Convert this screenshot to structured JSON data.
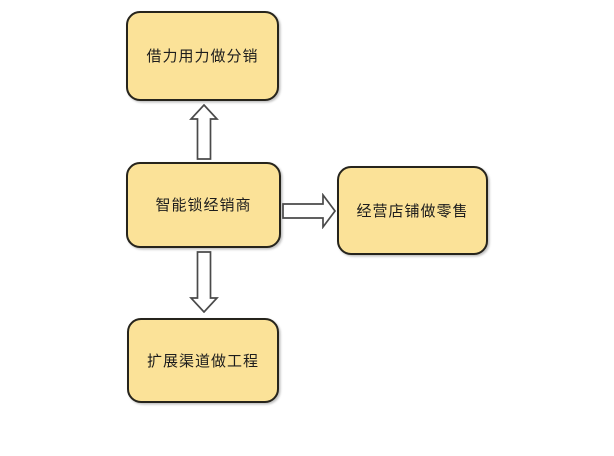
{
  "diagram": {
    "colors": {
      "background": "#ffffff",
      "node_fill": "#fbe298",
      "node_border": "#26241c",
      "arrow_fill": "#ffffff",
      "arrow_stroke": "#4a4a4a",
      "text_color": "#1d1d1d"
    },
    "nodes": {
      "top": {
        "label": "借力用力做分销"
      },
      "center": {
        "label": "智能锁经销商"
      },
      "right": {
        "label": "经营店铺做零售"
      },
      "bottom": {
        "label": "扩展渠道做工程"
      }
    },
    "connections": [
      {
        "from": "center",
        "to": "top",
        "direction": "up"
      },
      {
        "from": "center",
        "to": "right",
        "direction": "right"
      },
      {
        "from": "center",
        "to": "bottom",
        "direction": "down"
      }
    ]
  }
}
